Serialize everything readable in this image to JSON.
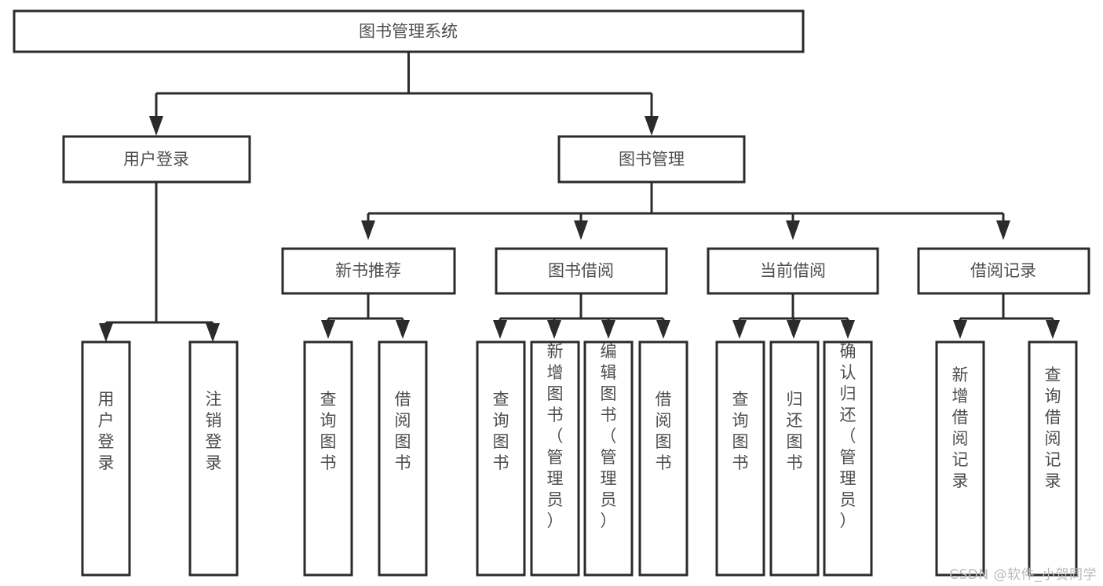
{
  "diagram": {
    "title": "图书管理系统",
    "type": "tree-hierarchy-diagram",
    "colors": {
      "background": "#ffffff",
      "box_fill": "#ffffff",
      "box_stroke": "#2b2b2b",
      "text": "#4d4d4d",
      "watermark": "#b9b9b9"
    },
    "root": {
      "label": "图书管理系统"
    },
    "level2": [
      {
        "label": "用户登录"
      },
      {
        "label": "图书管理"
      }
    ],
    "level3": [
      {
        "label": "新书推荐"
      },
      {
        "label": "图书借阅"
      },
      {
        "label": "当前借阅"
      },
      {
        "label": "借阅记录"
      }
    ],
    "leaves": {
      "user_login": [
        {
          "label": "用户登录"
        },
        {
          "label": "注销登录"
        }
      ],
      "new_book_recommend": [
        {
          "label": "查询图书"
        },
        {
          "label": "借阅图书"
        }
      ],
      "book_borrow": [
        {
          "label": "查询图书"
        },
        {
          "label": "新增图书（管理员）"
        },
        {
          "label": "编辑图书（管理员）"
        },
        {
          "label": "借阅图书"
        }
      ],
      "current_borrow": [
        {
          "label": "查询图书"
        },
        {
          "label": "归还图书"
        },
        {
          "label": "确认归还（管理员）"
        }
      ],
      "borrow_record": [
        {
          "label": "新增借阅记录"
        },
        {
          "label": "查询借阅记录"
        }
      ]
    },
    "watermark": "CSDN @软件_小贺同学"
  }
}
